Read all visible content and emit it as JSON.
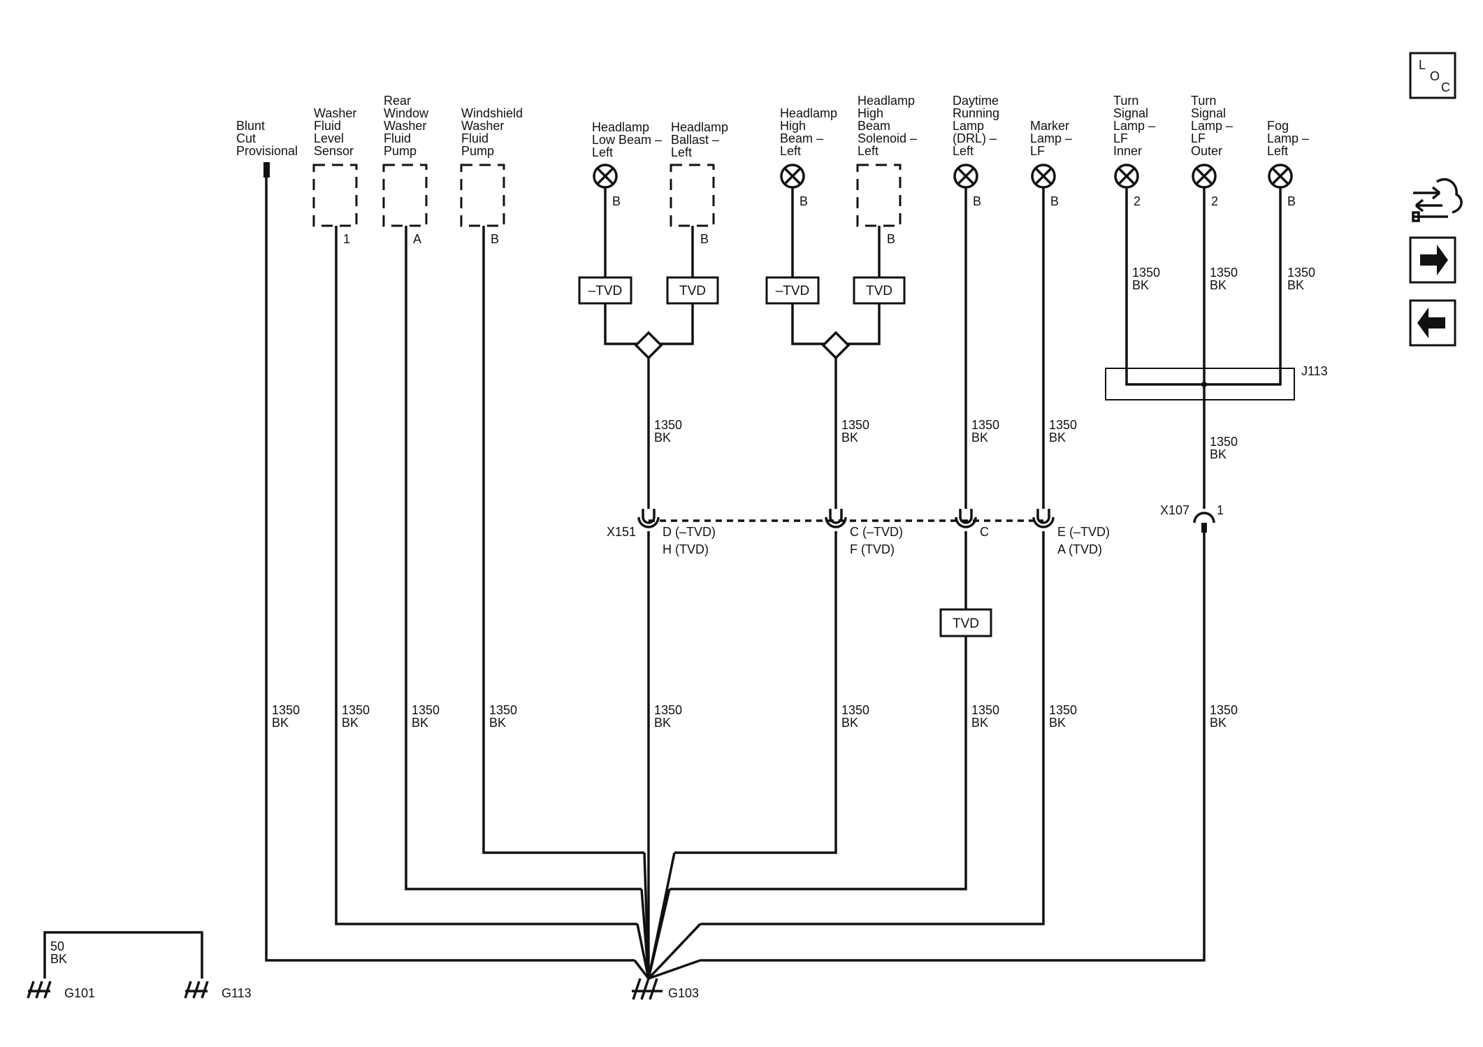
{
  "components": {
    "blunt_cut": [
      "Blunt",
      "Cut",
      "Provisional"
    ],
    "washer_level": [
      "Washer",
      "Fluid",
      "Level",
      "Sensor"
    ],
    "rear_washer": [
      "Rear",
      "Window",
      "Washer",
      "Fluid",
      "Pump"
    ],
    "ws_washer": [
      "Windshield",
      "Washer",
      "Fluid",
      "Pump"
    ],
    "hl_low": [
      "Headlamp",
      "Low Beam –",
      "Left"
    ],
    "hl_ballast": [
      "Headlamp",
      "Ballast –",
      "Left"
    ],
    "hl_high": [
      "Headlamp",
      "High",
      "Beam –",
      "Left"
    ],
    "hl_solenoid": [
      "Headlamp",
      "High",
      "Beam",
      "Solenoid –",
      "Left"
    ],
    "drl": [
      "Daytime",
      "Running",
      "Lamp",
      "(DRL) –",
      "Left"
    ],
    "marker": [
      "Marker",
      "Lamp –",
      "LF"
    ],
    "turn_inner": [
      "Turn",
      "Signal",
      "Lamp –",
      "LF",
      "Inner"
    ],
    "turn_outer": [
      "Turn",
      "Signal",
      "Lamp –",
      "LF",
      "Outer"
    ],
    "fog": [
      "Fog",
      "Lamp –",
      "Left"
    ]
  },
  "pins": {
    "washer_level": "1",
    "rear_washer": "A",
    "ws_washer": "B",
    "hl_low": "B",
    "hl_ballast": "B",
    "hl_high": "B",
    "hl_solenoid": "B",
    "drl": "B",
    "marker": "B",
    "turn_inner": "2",
    "turn_outer": "2",
    "fog": "B"
  },
  "options": {
    "neg_tvd": "–TVD",
    "tvd": "TVD"
  },
  "wire": {
    "gauge": "1350",
    "color": "BK",
    "gauge_ground": "50",
    "color_ground": "BK"
  },
  "connectors": {
    "x151": "X151",
    "x151_d": "D (–TVD)",
    "x151_h": "H (TVD)",
    "x151_c": "C (–TVD)",
    "x151_f": "F (TVD)",
    "x151_c2": "C",
    "x151_e": "E (–TVD)",
    "x151_a": "A (TVD)",
    "x107": "X107",
    "x107_pin": "1",
    "j113": "J113"
  },
  "grounds": {
    "g101": "G101",
    "g113": "G113",
    "g103": "G103"
  },
  "nav": {
    "loc_l": "L",
    "loc_o": "O",
    "loc_c": "C",
    "icon_names": [
      "loc-icon",
      "connector-info-icon",
      "next-page-icon",
      "prev-page-icon"
    ]
  }
}
